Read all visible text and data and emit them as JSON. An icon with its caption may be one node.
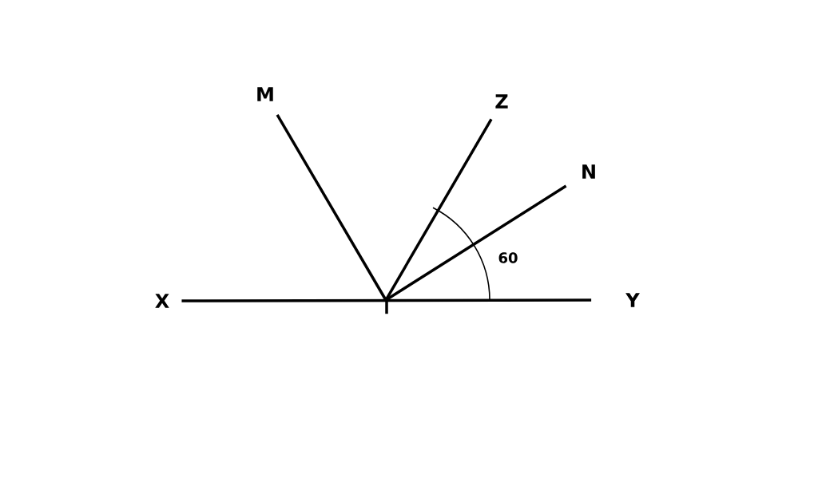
{
  "diagram": {
    "nodes": [
      {
        "text": [
          "X"
        ]
      },
      {
        "text": [
          "Y"
        ]
      },
      {
        "text": [
          "M"
        ]
      },
      {
        "text": [
          "Z"
        ]
      },
      {
        "text": [
          "N"
        ]
      },
      {
        "text": [],
        "shape": "bar"
      }
    ],
    "edges": [
      {
        "from": 0,
        "to": 1,
        "arrow": "none"
      },
      {
        "from": 5,
        "to": 2,
        "arrow": "none"
      },
      {
        "from": 5,
        "to": 3,
        "arrow": "none"
      },
      {
        "from": 5,
        "to": 4,
        "arrow": "none"
      }
    ],
    "labels": [
      "60"
    ]
  }
}
